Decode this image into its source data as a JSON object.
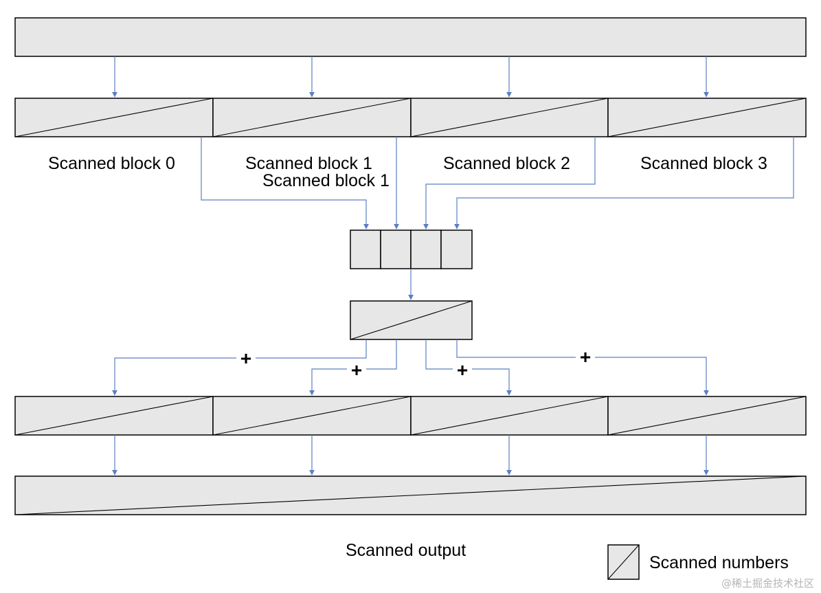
{
  "labels": {
    "block_0": "Scanned block 0",
    "block_1": "Scanned block 1",
    "block_1_repeat": "Scanned block 1",
    "block_2": "Scanned block 2",
    "block_3": "Scanned block 3",
    "output": "Scanned output",
    "legend": "Scanned numbers"
  },
  "operators": {
    "plus": "+"
  },
  "watermark": "@稀土掘金技术社区",
  "colors": {
    "box_fill": "#e7e7e7",
    "connector": "#5b7fc2",
    "outline": "#000000"
  }
}
